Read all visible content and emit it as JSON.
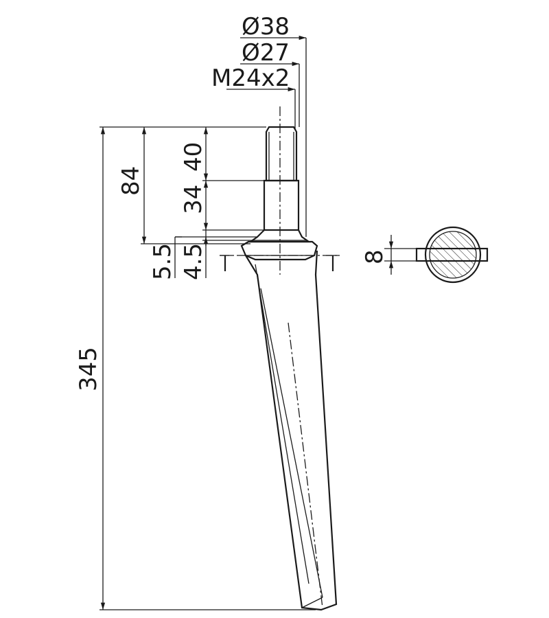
{
  "drawing": {
    "labels": {
      "d38": "Ø38",
      "d27": "Ø27",
      "thread": "M24x2",
      "dim_40": "40",
      "dim_34": "34",
      "dim_84": "84",
      "dim_5_5": "5.5",
      "dim_4_5": "4.5",
      "dim_345": "345",
      "dim_8": "8"
    }
  }
}
